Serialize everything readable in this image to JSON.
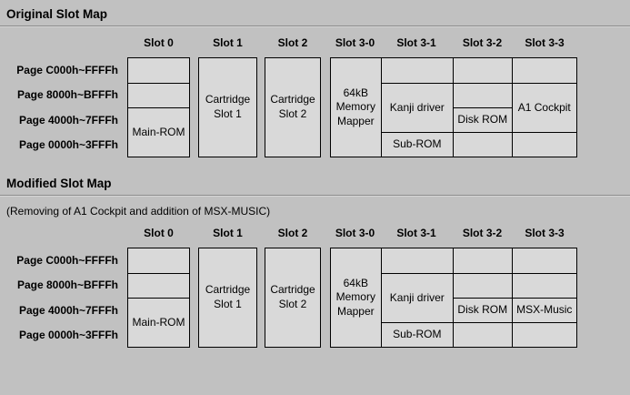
{
  "colors": {
    "page_background": "#c1c1c1",
    "cell_fill": "#d9d9d9",
    "table_border": "#000000",
    "divider_line": "#8c8c8c"
  },
  "maps": [
    {
      "title": "Original Slot Map",
      "headers": [
        "Slot 0",
        "Slot 1",
        "Slot 2",
        "Slot 3-0",
        "Slot 3-1",
        "Slot 3-2",
        "Slot 3-3"
      ],
      "row_labels": [
        "Page C000h~FFFFh",
        "Page 8000h~BFFFh",
        "Page 4000h~7FFFh",
        "Page 0000h~3FFFh"
      ],
      "cells": {
        "main_rom": "Main-ROM",
        "cartridge1": "Cartridge Slot 1",
        "cartridge2": "Cartridge Slot 2",
        "mapper": "64kB Memory Mapper",
        "kanji_driver": "Kanji driver",
        "sub_rom": "Sub-ROM",
        "disk_rom": "Disk ROM",
        "slot33": "A1 Cockpit"
      }
    },
    {
      "title": "Modified Slot Map",
      "subtitle": "(Removing of A1 Cockpit and addition of MSX-MUSIC)",
      "headers": [
        "Slot 0",
        "Slot 1",
        "Slot 2",
        "Slot 3-0",
        "Slot 3-1",
        "Slot 3-2",
        "Slot 3-3"
      ],
      "row_labels": [
        "Page C000h~FFFFh",
        "Page 8000h~BFFFh",
        "Page 4000h~7FFFh",
        "Page 0000h~3FFFh"
      ],
      "cells": {
        "main_rom": "Main-ROM",
        "cartridge1": "Cartridge Slot 1",
        "cartridge2": "Cartridge Slot 2",
        "mapper": "64kB Memory Mapper",
        "kanji_driver": "Kanji driver",
        "sub_rom": "Sub-ROM",
        "disk_rom": "Disk ROM",
        "slot33": "MSX-Music"
      }
    }
  ]
}
